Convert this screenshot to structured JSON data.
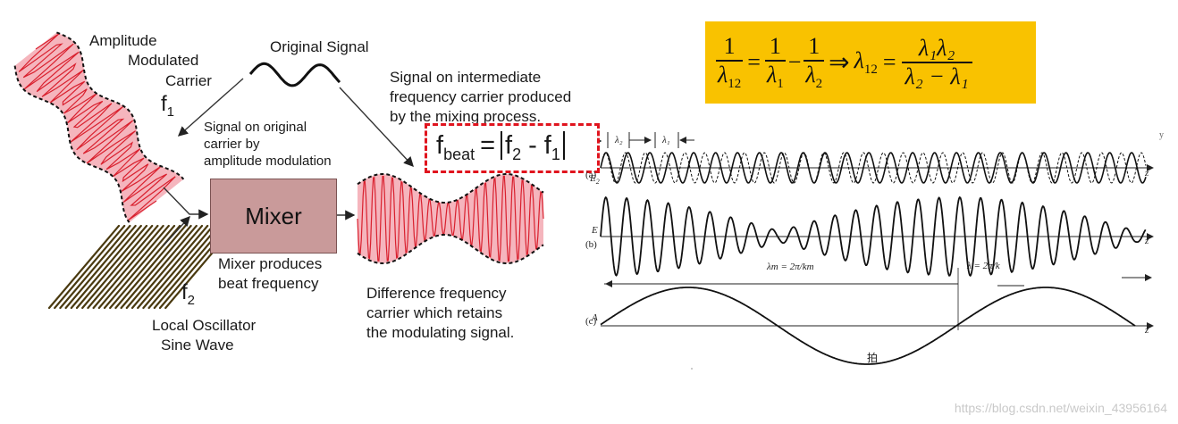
{
  "left_diagram": {
    "amplitude_label_lines": [
      "Amplitude",
      "Modulated",
      "Carrier"
    ],
    "f1_symbol": "f",
    "f1_subscript": "1",
    "original_signal_label": "Original Signal",
    "carrier_am_label_lines": [
      "Signal on original",
      "carrier by",
      "amplitude modulation"
    ],
    "mixer_label": "Mixer",
    "mixer_caption_lines": [
      "Mixer produces",
      "beat frequency"
    ],
    "f2_symbol": "f",
    "f2_subscript": "2",
    "oscillator_label_lines": [
      "Local Oscillator",
      "Sine Wave"
    ],
    "intermediate_label_lines": [
      "Signal on intermediate",
      "frequency carrier produced",
      "by the mixing process."
    ],
    "difference_label_lines": [
      "Difference frequency",
      "carrier which retains",
      "the modulating signal."
    ]
  },
  "fbeat_formula": {
    "lhs": "f",
    "lhs_subscript": "beat",
    "equals": "=",
    "a": "f",
    "a_subscript": "2",
    "minus": "-",
    "b": "f",
    "b_subscript": "1"
  },
  "wavelength_formula": {
    "lhs_num": "1",
    "lhs_den": "λ",
    "lhs_den_sub": "12",
    "eq": "=",
    "t1_num": "1",
    "t1_den": "λ",
    "t1_den_sub": "1",
    "minus": "−",
    "t2_num": "1",
    "t2_den": "λ",
    "t2_den_sub": "2",
    "implies": "⇒",
    "rhs_lhs": "λ",
    "rhs_lhs_sub": "12",
    "rhs_eq": "=",
    "rhs_num": "λ₁λ₂",
    "rhs_den": "λ₂ − λ₁"
  },
  "right_plots": {
    "panel_a_label": "(a)",
    "panel_b_label": "(b)",
    "panel_c_label": "(c)",
    "e2_label": "E",
    "e2_sub": "2",
    "e_label": "E",
    "a_label": "A",
    "z_label": "z",
    "lambda2_label": "λ₂",
    "lambda1_label": "λ₁",
    "lambda_m_label": "λm = 2π/km",
    "lambda_label": "λ = 2π/k",
    "beat_label": "拍",
    "corner_mark": "y"
  },
  "watermark": "https://blog.csdn.net/weixin_43956164",
  "colors": {
    "carrier_pink": "#f5b5bd",
    "carrier_line": "#d9202e",
    "formula_bg": "#f9c200",
    "dash_border": "#e0141e",
    "mixer_fill": "#c99a9a",
    "oscillator_line": "#4a3a10"
  }
}
